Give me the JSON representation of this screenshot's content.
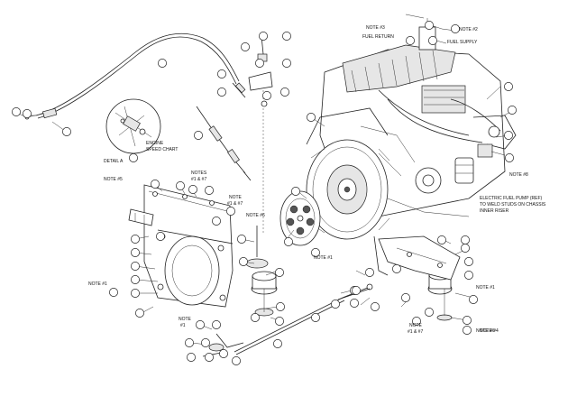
{
  "notes": {
    "note_2": "NOTE #2",
    "note_3": "NOTE #3",
    "fuel_return": "FUEL RETURN",
    "fuel_supply": "FUEL SUPPLY",
    "note_5": "NOTE #5",
    "notes_1_7": "NOTES",
    "notes_1_7_b": "#1 & #7",
    "note_1_7_c1": "NOTE",
    "note_1_7_c2": "#1 & #7",
    "note_6": "NOTE #6",
    "note_1_mid": "NOTE #1",
    "note_1_right": "NOTE #1",
    "note_8": "NOTE #8",
    "note_4": "NOTE #4",
    "note_1_left": "NOTE #1",
    "note_1_bottom1": "NOTE",
    "note_1_bottom2": "#1",
    "note_1_7_bottom1": "NOTE",
    "note_1_7_bottom2": "#1 & #7",
    "note_6_bottom": "NOTE #6",
    "engine_speed_chart1": "ENGINE",
    "engine_speed_chart2": "SPEED CHART",
    "detail_a": "DETAIL A",
    "fuel_pump1": "ELECTRIC FUEL PUMP (REF)",
    "fuel_pump2": "TO WELD STUDS ON CHASSIS",
    "fuel_pump3": "INNER RISER"
  },
  "callouts": []
}
